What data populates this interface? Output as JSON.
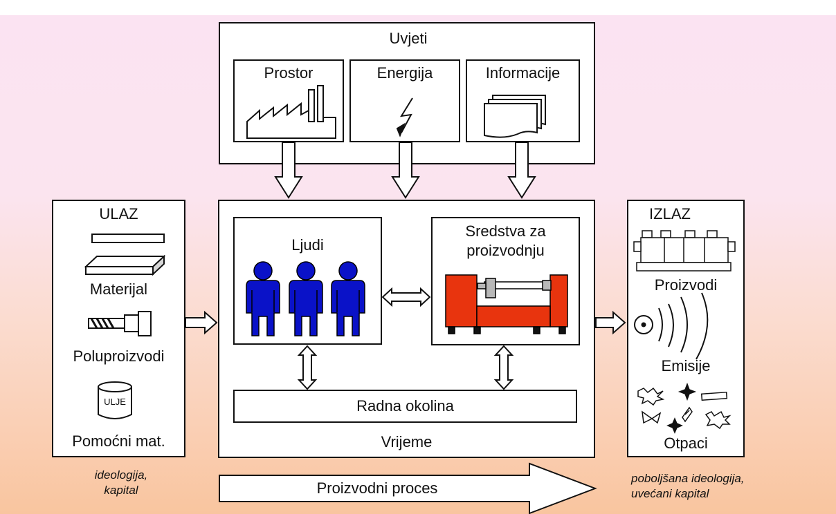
{
  "uvjeti": {
    "title": "Uvjeti",
    "prostor": "Prostor",
    "energija": "Energija",
    "informacije": "Informacije"
  },
  "ulaz": {
    "title": "ULAZ",
    "materijal": "Materijal",
    "poluproizvodi": "Poluproizvodi",
    "ulje": "ULJE",
    "pomocni": "Pomoćni mat.",
    "note_line1": "ideologija,",
    "note_line2": "kapital"
  },
  "center": {
    "ljudi": "Ljudi",
    "sredstva_line1": "Sredstva za",
    "sredstva_line2": "proizvodnju",
    "radna_okolina": "Radna okolina",
    "vrijeme": "Vrijeme"
  },
  "izlaz": {
    "title": "IZLAZ",
    "proizvodi": "Proizvodi",
    "emisije": "Emisije",
    "otpaci": "Otpaci",
    "note_line1": "poboljšana ideologija,",
    "note_line2": "uvećani kapital"
  },
  "process": {
    "label": "Proizvodni proces"
  },
  "colors": {
    "people": "#0a12c8",
    "machine": "#e8340e"
  }
}
